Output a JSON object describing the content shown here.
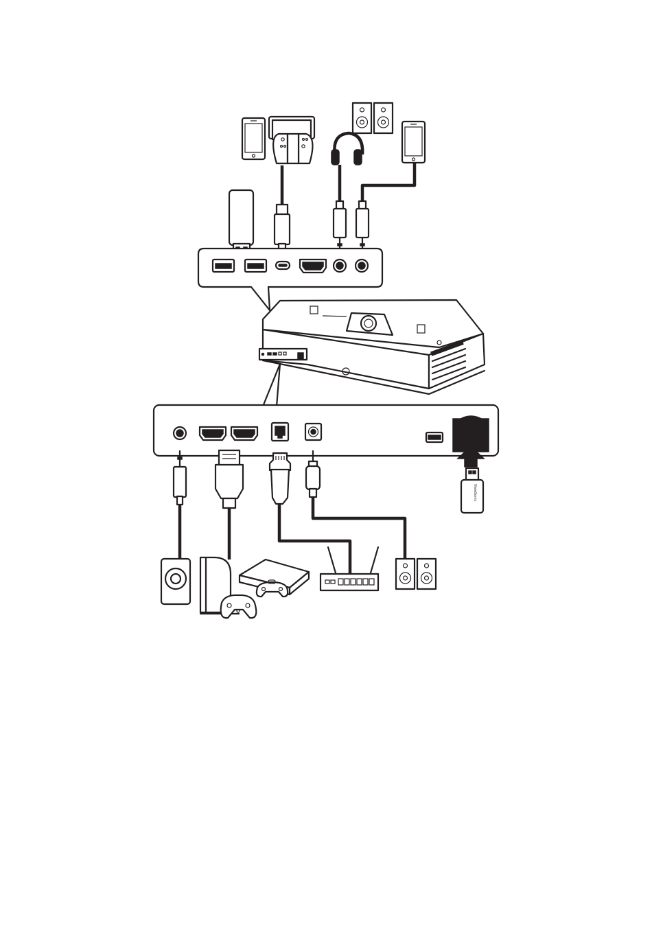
{
  "diagram": {
    "usb_stick_brand": "ViewSonic"
  },
  "colors": {
    "line": "#231f20",
    "background": "#ffffff",
    "panel_fill": "#ffffff",
    "port_fill": "#231f20"
  },
  "icons": {
    "top_devices": [
      "smartphone-icon",
      "game-console-icon",
      "headphones-icon",
      "speakers-icon",
      "smartphone-icon"
    ],
    "top_ports": [
      "usb-a-port",
      "usb-a-port",
      "usb-c-port",
      "hdmi-port",
      "audio-jack",
      "audio-jack"
    ],
    "rear_ports": [
      "audio-jack",
      "hdmi-port",
      "hdmi-port",
      "ethernet-port",
      "coaxial-port",
      "usb-a-port",
      "usb-flash-slot"
    ],
    "bottom_devices": [
      "subwoofer-icon",
      "game-console-icon",
      "media-player-icon",
      "router-icon",
      "speakers-icon"
    ]
  }
}
